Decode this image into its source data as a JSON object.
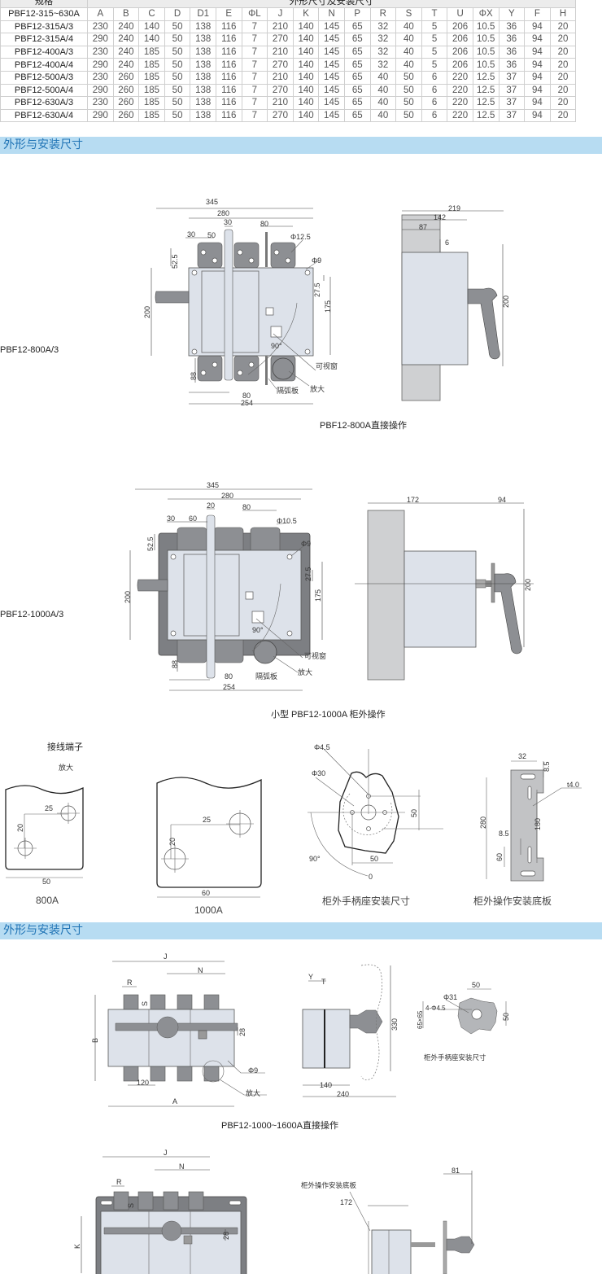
{
  "table": {
    "top_header": {
      "spec": "规格",
      "dims": "外形尺寸及安装尺寸"
    },
    "columns": [
      "PBF12-315~630A",
      "A",
      "B",
      "C",
      "D",
      "D1",
      "E",
      "ΦL",
      "J",
      "K",
      "N",
      "P",
      "R",
      "S",
      "T",
      "U",
      "ΦX",
      "Y",
      "F",
      "H"
    ],
    "rows": [
      [
        "PBF12-315A/3",
        "230",
        "240",
        "140",
        "50",
        "138",
        "116",
        "7",
        "210",
        "140",
        "145",
        "65",
        "32",
        "40",
        "5",
        "206",
        "10.5",
        "36",
        "94",
        "20"
      ],
      [
        "PBF12-315A/4",
        "290",
        "240",
        "140",
        "50",
        "138",
        "116",
        "7",
        "270",
        "140",
        "145",
        "65",
        "32",
        "40",
        "5",
        "206",
        "10.5",
        "36",
        "94",
        "20"
      ],
      [
        "PBF12-400A/3",
        "230",
        "240",
        "185",
        "50",
        "138",
        "116",
        "7",
        "210",
        "140",
        "145",
        "65",
        "32",
        "40",
        "5",
        "206",
        "10.5",
        "36",
        "94",
        "20"
      ],
      [
        "PBF12-400A/4",
        "290",
        "240",
        "185",
        "50",
        "138",
        "116",
        "7",
        "270",
        "140",
        "145",
        "65",
        "32",
        "40",
        "5",
        "206",
        "10.5",
        "36",
        "94",
        "20"
      ],
      [
        "PBF12-500A/3",
        "230",
        "260",
        "185",
        "50",
        "138",
        "116",
        "7",
        "210",
        "140",
        "145",
        "65",
        "40",
        "50",
        "6",
        "220",
        "12.5",
        "37",
        "94",
        "20"
      ],
      [
        "PBF12-500A/4",
        "290",
        "260",
        "185",
        "50",
        "138",
        "116",
        "7",
        "270",
        "140",
        "145",
        "65",
        "40",
        "50",
        "6",
        "220",
        "12.5",
        "37",
        "94",
        "20"
      ],
      [
        "PBF12-630A/3",
        "230",
        "260",
        "185",
        "50",
        "138",
        "116",
        "7",
        "210",
        "140",
        "145",
        "65",
        "40",
        "50",
        "6",
        "220",
        "12.5",
        "37",
        "94",
        "20"
      ],
      [
        "PBF12-630A/4",
        "290",
        "260",
        "185",
        "50",
        "138",
        "116",
        "7",
        "270",
        "140",
        "145",
        "65",
        "40",
        "50",
        "6",
        "220",
        "12.5",
        "37",
        "94",
        "20"
      ]
    ]
  },
  "banners": [
    "外形与安装尺寸",
    "外形与安装尺寸"
  ],
  "d800": {
    "model": "PBF12-800A/3",
    "front": [
      "345",
      "280",
      "30",
      "80",
      "30",
      "50",
      "Φ12.5",
      "52.5",
      "Φ9",
      "200",
      "27.5",
      "175",
      "90°",
      "可视窗",
      "放大",
      "隔弧板",
      "88",
      "80",
      "254"
    ],
    "side": [
      "219",
      "142",
      "87",
      "6",
      "200"
    ],
    "caption": "PBF12-800A直接操作"
  },
  "d1000": {
    "model": "PBF12-1000A/3",
    "front": [
      "345",
      "280",
      "20",
      "80",
      "30",
      "60",
      "Φ10.5",
      "52.5",
      "Φ9",
      "200",
      "27.5",
      "175",
      "90°",
      "可视窗",
      "放大",
      "隔弧板",
      "88",
      "80",
      "254"
    ],
    "side": [
      "172",
      "94",
      "200"
    ],
    "caption": "小型  PBF12-1000A 柜外操作"
  },
  "terminals": {
    "title": "接线端子",
    "zoom": "放大",
    "t800": {
      "dims": [
        "25",
        "20",
        "50"
      ],
      "label": "800A"
    },
    "t1000": {
      "dims": [
        "25",
        "20",
        "60"
      ],
      "label": "1000A"
    }
  },
  "handle_seat": {
    "dims": [
      "Φ4.5",
      "Φ30",
      "50",
      "90°",
      "50",
      "0"
    ],
    "caption": "柜外手柄座安装尺寸"
  },
  "base_plate": {
    "dims": [
      "32",
      "8.5",
      "t4.0",
      "280",
      "180",
      "8.5",
      "60"
    ],
    "caption": "柜外操作安装底板"
  },
  "d1600": {
    "front": [
      "J",
      "N",
      "R",
      "S",
      "B",
      "28",
      "Φ9",
      "120",
      "放大",
      "A"
    ],
    "side": [
      "Y",
      "T",
      "330",
      "140",
      "240"
    ],
    "seat": [
      "50",
      "Φ31",
      "4-Φ4.5",
      "65×65",
      "50"
    ],
    "seat_caption": "柜外手柄座安装尺寸",
    "caption": "PBF12-1000~1600A直接操作"
  },
  "d1600ext": {
    "front": [
      "J",
      "N",
      "R",
      "S",
      "K",
      "28"
    ],
    "side": [
      "柜外操作安装底板",
      "172",
      "81"
    ]
  }
}
